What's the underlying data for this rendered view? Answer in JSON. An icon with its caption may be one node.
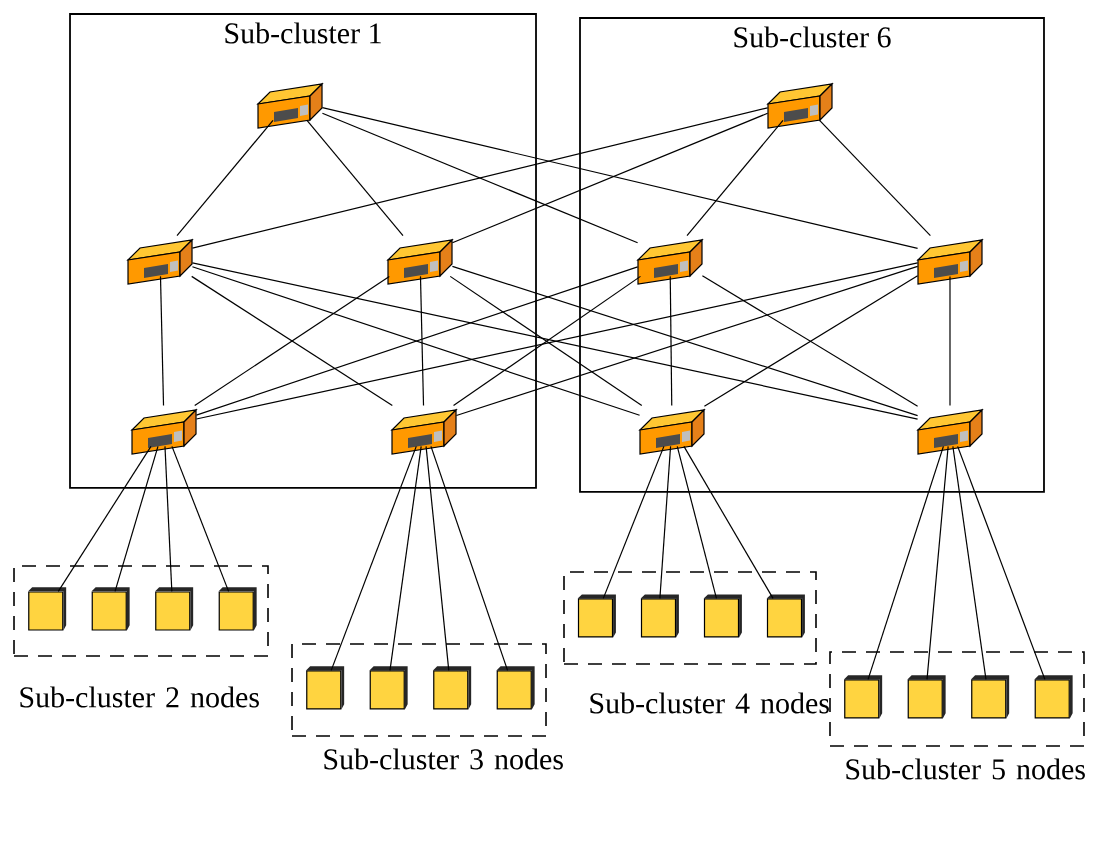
{
  "diagram": {
    "nodes": [
      {
        "text": [
          "Sub-cluster 1"
        ]
      },
      {
        "text": [],
        "shape": "switch",
        "in": 0
      },
      {
        "text": [],
        "shape": "switch",
        "in": 0
      },
      {
        "text": [],
        "shape": "switch",
        "in": 0
      },
      {
        "text": [],
        "shape": "switch",
        "in": 0
      },
      {
        "text": [],
        "shape": "switch",
        "in": 0
      },
      {
        "text": [
          "Sub-cluster 6"
        ]
      },
      {
        "text": [],
        "shape": "switch",
        "in": 6
      },
      {
        "text": [],
        "shape": "switch",
        "in": 6
      },
      {
        "text": [],
        "shape": "switch",
        "in": 6
      },
      {
        "text": [],
        "shape": "switch",
        "in": 6
      },
      {
        "text": [],
        "shape": "switch",
        "in": 6
      },
      {
        "text": [
          "Sub-cluster 2 nodes"
        ]
      },
      {
        "text": [],
        "shape": "box",
        "in": 12
      },
      {
        "text": [],
        "shape": "box",
        "in": 12
      },
      {
        "text": [],
        "shape": "box",
        "in": 12
      },
      {
        "text": [],
        "shape": "box",
        "in": 12
      },
      {
        "text": [
          "Sub-cluster 3 nodes"
        ]
      },
      {
        "text": [],
        "shape": "box",
        "in": 17
      },
      {
        "text": [],
        "shape": "box",
        "in": 17
      },
      {
        "text": [],
        "shape": "box",
        "in": 17
      },
      {
        "text": [],
        "shape": "box",
        "in": 17
      },
      {
        "text": [
          "Sub-cluster 4 nodes"
        ]
      },
      {
        "text": [],
        "shape": "box",
        "in": 22
      },
      {
        "text": [],
        "shape": "box",
        "in": 22
      },
      {
        "text": [],
        "shape": "box",
        "in": 22
      },
      {
        "text": [],
        "shape": "box",
        "in": 22
      },
      {
        "text": [
          "Sub-cluster 5 nodes"
        ]
      },
      {
        "text": [],
        "shape": "box",
        "in": 27
      },
      {
        "text": [],
        "shape": "box",
        "in": 27
      },
      {
        "text": [],
        "shape": "box",
        "in": 27
      },
      {
        "text": [],
        "shape": "box",
        "in": 27
      }
    ],
    "edges": [
      {
        "from": 1,
        "to": 2,
        "arrow": "none"
      },
      {
        "from": 1,
        "to": 3,
        "arrow": "none"
      },
      {
        "from": 1,
        "to": 8,
        "arrow": "none"
      },
      {
        "from": 1,
        "to": 9,
        "arrow": "none"
      },
      {
        "from": 7,
        "to": 2,
        "arrow": "none"
      },
      {
        "from": 7,
        "to": 3,
        "arrow": "none"
      },
      {
        "from": 7,
        "to": 8,
        "arrow": "none"
      },
      {
        "from": 7,
        "to": 9,
        "arrow": "none"
      },
      {
        "from": 2,
        "to": 4,
        "arrow": "none"
      },
      {
        "from": 2,
        "to": 5,
        "arrow": "none"
      },
      {
        "from": 2,
        "to": 10,
        "arrow": "none"
      },
      {
        "from": 2,
        "to": 11,
        "arrow": "none"
      },
      {
        "from": 3,
        "to": 4,
        "arrow": "none"
      },
      {
        "from": 3,
        "to": 5,
        "arrow": "none"
      },
      {
        "from": 3,
        "to": 10,
        "arrow": "none"
      },
      {
        "from": 3,
        "to": 11,
        "arrow": "none"
      },
      {
        "from": 8,
        "to": 4,
        "arrow": "none"
      },
      {
        "from": 8,
        "to": 5,
        "arrow": "none"
      },
      {
        "from": 8,
        "to": 10,
        "arrow": "none"
      },
      {
        "from": 8,
        "to": 11,
        "arrow": "none"
      },
      {
        "from": 9,
        "to": 4,
        "arrow": "none"
      },
      {
        "from": 9,
        "to": 5,
        "arrow": "none"
      },
      {
        "from": 9,
        "to": 10,
        "arrow": "none"
      },
      {
        "from": 9,
        "to": 11,
        "arrow": "none"
      },
      {
        "from": 4,
        "to": 13,
        "arrow": "none"
      },
      {
        "from": 4,
        "to": 14,
        "arrow": "none"
      },
      {
        "from": 4,
        "to": 15,
        "arrow": "none"
      },
      {
        "from": 4,
        "to": 16,
        "arrow": "none"
      },
      {
        "from": 5,
        "to": 18,
        "arrow": "none"
      },
      {
        "from": 5,
        "to": 19,
        "arrow": "none"
      },
      {
        "from": 5,
        "to": 20,
        "arrow": "none"
      },
      {
        "from": 5,
        "to": 21,
        "arrow": "none"
      },
      {
        "from": 10,
        "to": 23,
        "arrow": "none"
      },
      {
        "from": 10,
        "to": 24,
        "arrow": "none"
      },
      {
        "from": 10,
        "to": 25,
        "arrow": "none"
      },
      {
        "from": 10,
        "to": 26,
        "arrow": "none"
      },
      {
        "from": 11,
        "to": 28,
        "arrow": "none"
      },
      {
        "from": 11,
        "to": 29,
        "arrow": "none"
      },
      {
        "from": 11,
        "to": 30,
        "arrow": "none"
      },
      {
        "from": 11,
        "to": 31,
        "arrow": "none"
      }
    ]
  }
}
